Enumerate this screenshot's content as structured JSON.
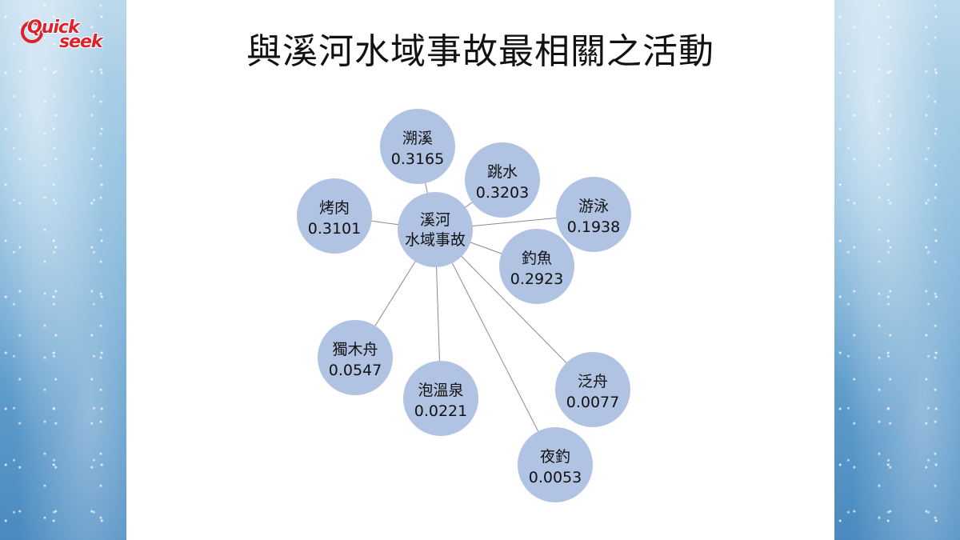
{
  "title": "與溪河水域事故最相關之活動",
  "logo": {
    "line1": "Quick",
    "line2": "seek",
    "color": "#e0202a"
  },
  "colors": {
    "node_fill": "#b1c3e3",
    "edge": "#8a8a8a"
  },
  "center": {
    "label_line1": "溪河",
    "label_line2": "水域事故"
  },
  "nodes": [
    {
      "name": "溯溪",
      "value": "0.3165"
    },
    {
      "name": "跳水",
      "value": "0.3203"
    },
    {
      "name": "游泳",
      "value": "0.1938"
    },
    {
      "name": "烤肉",
      "value": "0.3101"
    },
    {
      "name": "釣魚",
      "value": "0.2923"
    },
    {
      "name": "獨木舟",
      "value": "0.0547"
    },
    {
      "name": "泡溫泉",
      "value": "0.0221"
    },
    {
      "name": "泛舟",
      "value": "0.0077"
    },
    {
      "name": "夜釣",
      "value": "0.0053"
    }
  ]
}
